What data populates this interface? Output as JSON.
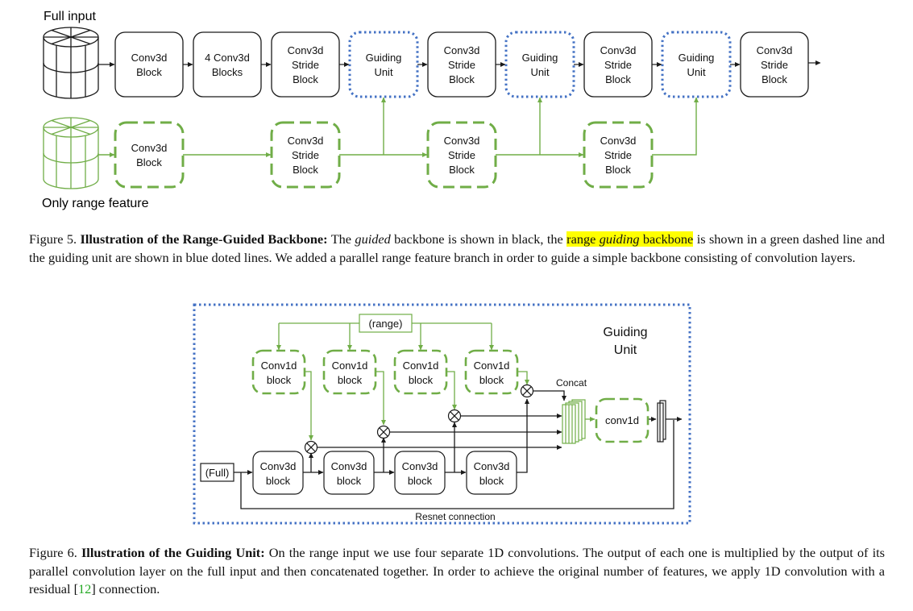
{
  "figure5": {
    "full_input_label": "Full input",
    "range_label": "Only range feature",
    "top_blocks": [
      [
        "Conv3d",
        "Block"
      ],
      [
        "4 Conv3d",
        "Blocks"
      ],
      [
        "Conv3d",
        "Stride",
        "Block"
      ],
      [
        "Guiding",
        "Unit"
      ],
      [
        "Conv3d",
        "Stride",
        "Block"
      ],
      [
        "Guiding",
        "Unit"
      ],
      [
        "Conv3d",
        "Stride",
        "Block"
      ],
      [
        "Guiding",
        "Unit"
      ],
      [
        "Conv3d",
        "Stride",
        "Block"
      ]
    ],
    "bottom_blocks": [
      [
        "Conv3d",
        "Block"
      ],
      [
        "Conv3d",
        "Stride",
        "Block"
      ],
      [
        "Conv3d",
        "Stride",
        "Block"
      ],
      [
        "Conv3d",
        "Stride",
        "Block"
      ]
    ],
    "caption": {
      "prefix": "Figure 5.",
      "title": "Illustration of the Range-Guided Backbone:",
      "t1": "The",
      "guided": "guided",
      "t2": "backbone is shown in black, the",
      "hl1": "range",
      "hl_italic": "guiding",
      "hl2": "backbone",
      "t3": "is shown in a green dashed line and the guiding unit are shown in blue doted lines. We added a parallel range feature branch in order to guide a simple backbone consisting of convolution layers."
    }
  },
  "figure6": {
    "unit_title": [
      "Guiding",
      "Unit"
    ],
    "range_label": "(range)",
    "full_label": "(Full)",
    "conv1d_blocks": [
      [
        "Conv1d",
        "block"
      ],
      [
        "Conv1d",
        "block"
      ],
      [
        "Conv1d",
        "block"
      ],
      [
        "Conv1d",
        "block"
      ]
    ],
    "conv3d_blocks": [
      [
        "Conv3d",
        "block"
      ],
      [
        "Conv3d",
        "block"
      ],
      [
        "Conv3d",
        "block"
      ],
      [
        "Conv3d",
        "block"
      ]
    ],
    "concat_label": "Concat",
    "conv1d_label": "conv1d",
    "resnet_label": "Resnet connection",
    "caption": {
      "prefix": "Figure 6.",
      "title": "Illustration of the Guiding Unit:",
      "t1": "On the range input we use four separate 1D convolutions. The output of each one is multiplied by the output of its parallel convolution layer on the full input and then concatenated together. In order to achieve the original number of features, we apply 1D convolution with a residual [",
      "ref": "12",
      "t2": "] connection."
    }
  },
  "colors": {
    "black": "#1a1a1a",
    "green": "#70ad47",
    "blue": "#4472c4",
    "highlight": "#ffff00",
    "ref": "#22a822"
  }
}
